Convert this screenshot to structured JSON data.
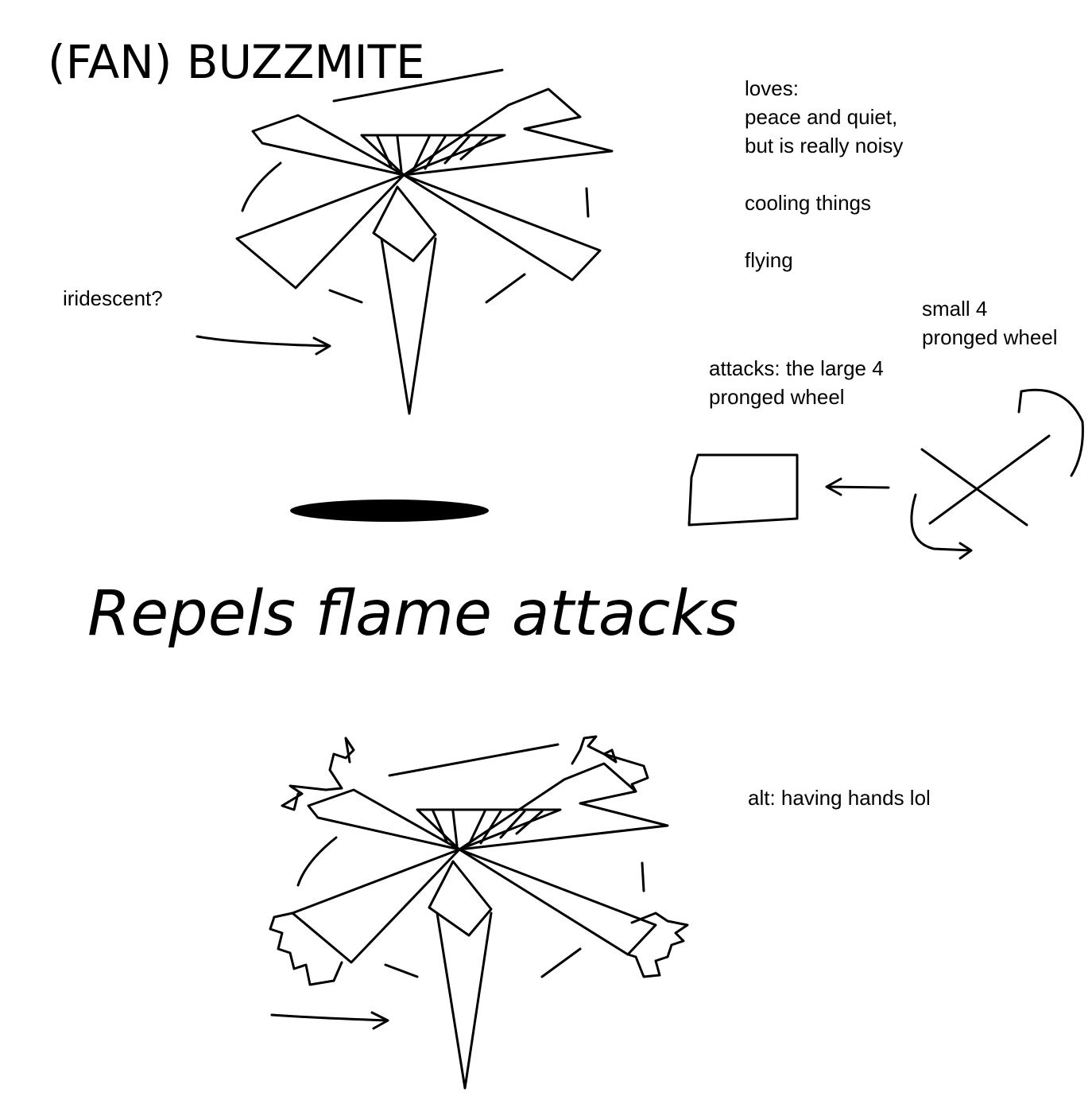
{
  "title": "(FAN) BUZZMITE",
  "caption": "Repels flame attacks",
  "notes": {
    "loves_label": "loves:",
    "loves_1": "peace and quiet,",
    "loves_2": "but is really noisy",
    "loves_3": "cooling things",
    "loves_4": "flying",
    "iridescent": "iridescent?",
    "small_wheel_1": "small 4",
    "small_wheel_2": "pronged wheel",
    "attacks_1": "attacks: the large 4",
    "attacks_2": "pronged wheel",
    "alt": "alt: having hands lol"
  },
  "colors": {
    "ink": "#000000",
    "paper": "#ffffff"
  }
}
